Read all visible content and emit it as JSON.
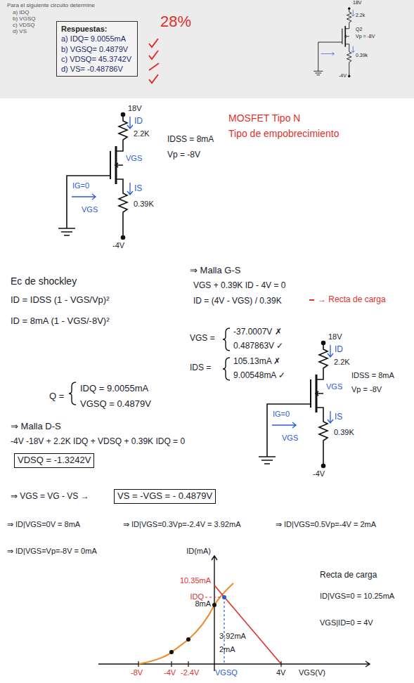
{
  "diagram": {
    "nodes": [
      {
        "text": [
          "Respuestas:",
          "a) IDQ= 9.0055mA",
          "b) VGSQ= 0.4879V",
          "c) VDSQ= 45.3742V",
          "d) VS= -0.48786V"
        ]
      }
    ],
    "labels": [
      "Para el siguiente circuito determine",
      "a) IDQ",
      "b) VGSQ",
      "c) VDSQ",
      "d) VS",
      "28%",
      "18V",
      "2.2k",
      "Q2",
      "Vp = -8V",
      "0.39k",
      "-4V",
      "18V",
      "ID",
      "2.2K",
      "VGS",
      "IG=0",
      "IS",
      "VGS",
      "0.39K",
      "-4V",
      "IDSS = 8mA",
      "Vp = -8V",
      "MOSFET Tipo N",
      "Tipo de empobrecimiento",
      "Ec de shockley",
      "ID = IDSS (1 - VGS/Vp)²",
      "ID = 8mA (1 - VGS/-8V)²",
      "⇒ Malla G-S",
      "VGS + 0.39K ID - 4V = 0",
      "ID = (4V - VGS) / 0.39K",
      "→ Recta de carga",
      "VGS =",
      "-37.0007V ✗",
      "0.487863V ✓",
      "IDS =",
      "105.13mA ✗",
      "9.00548mA ✓",
      "Q =",
      "IDQ = 9.0055mA",
      "VGSQ = 0.4879V",
      "⇒ Malla D-S",
      "-4V -18V + 2.2K IDQ + VDSQ + 0.39K IDQ = 0",
      "VDSQ = -1.3242V",
      "⇒ VGS = VG - VS →",
      "VS = -VGS = - 0.4879V",
      "18V",
      "ID",
      "2.2K",
      "VGS",
      "IG=0",
      "IS",
      "VGS",
      "0.39K",
      "-4V",
      "IDSS = 8mA",
      "Vp = -8V",
      "⇒ ID|VGS=0V = 8mA",
      "⇒ ID|VGS=0.3Vp=-2.4V = 3.92mA",
      "⇒ ID|VGS=0.5Vp=-4V = 2mA",
      "⇒ ID|VGS=Vp=-8V = 0mA",
      "ID(mA)",
      "10.35mA",
      "IDQ",
      "8mA",
      "3.92mA",
      "2mA",
      "-8V",
      "-4V",
      "-2.4V",
      "VGSQ",
      "4V",
      "VGS(V)",
      "Recta de carga",
      "ID|VGS=0 = 10.25mA",
      "VGS|ID=0 = 4V"
    ]
  }
}
